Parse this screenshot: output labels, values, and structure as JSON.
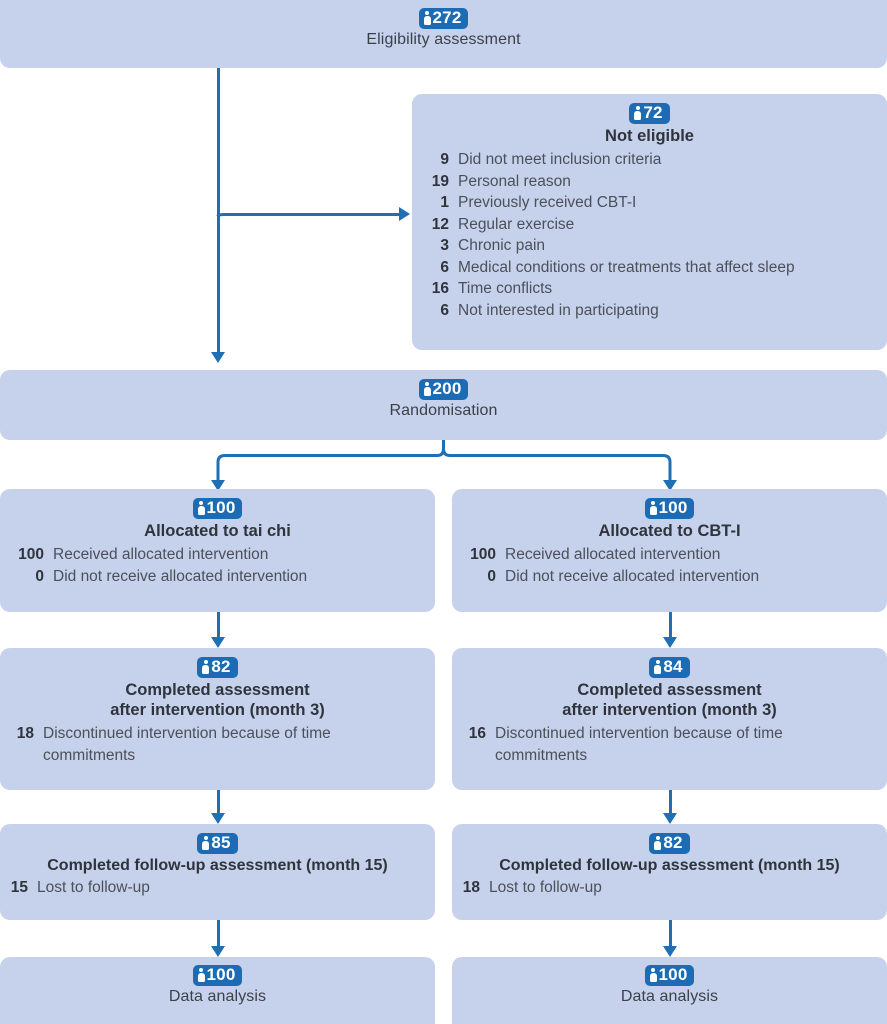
{
  "diagram": {
    "type": "consort-flow-diagram",
    "accent_color": "#1c6cb5",
    "box_fill": "#c6d1ec",
    "connector_color": "#1f6fb5",
    "icon_name": "person-icon"
  },
  "nodes": {
    "eligibility": {
      "count": "272",
      "title": "Eligibility assessment"
    },
    "not_eligible": {
      "count": "72",
      "title": "Not eligible",
      "reasons": [
        {
          "n": "9",
          "label": "Did not meet inclusion criteria"
        },
        {
          "n": "19",
          "label": "Personal reason"
        },
        {
          "n": "1",
          "label": "Previously received CBT-I"
        },
        {
          "n": "12",
          "label": "Regular exercise"
        },
        {
          "n": "3",
          "label": "Chronic pain"
        },
        {
          "n": "6",
          "label": "Medical conditions or treatments that affect sleep"
        },
        {
          "n": "16",
          "label": "Time conflicts"
        },
        {
          "n": "6",
          "label": "Not interested in participating"
        }
      ]
    },
    "randomisation": {
      "count": "200",
      "title": "Randomisation"
    },
    "alloc_left": {
      "count": "100",
      "title": "Allocated to tai chi",
      "rows": [
        {
          "n": "100",
          "label": "Received allocated intervention"
        },
        {
          "n": "0",
          "label": "Did not receive allocated intervention"
        }
      ]
    },
    "alloc_right": {
      "count": "100",
      "title": "Allocated to CBT-I",
      "rows": [
        {
          "n": "100",
          "label": "Received allocated intervention"
        },
        {
          "n": "0",
          "label": "Did not receive allocated intervention"
        }
      ]
    },
    "assess_left": {
      "count": "82",
      "title_line1": "Completed assessment",
      "title_line2": "after intervention (month 3)",
      "rows": [
        {
          "n": "18",
          "label": "Discontinued intervention because of time commitments"
        }
      ]
    },
    "assess_right": {
      "count": "84",
      "title_line1": "Completed assessment",
      "title_line2": "after intervention (month 3)",
      "rows": [
        {
          "n": "16",
          "label": "Discontinued intervention because of time commitments"
        }
      ]
    },
    "followup_left": {
      "count": "85",
      "title": "Completed follow-up assessment (month 15)",
      "rows": [
        {
          "n": "15",
          "label": "Lost to follow-up"
        }
      ]
    },
    "followup_right": {
      "count": "82",
      "title": "Completed follow-up assessment (month 15)",
      "rows": [
        {
          "n": "18",
          "label": "Lost to follow-up"
        }
      ]
    },
    "analysis_left": {
      "count": "100",
      "title": "Data analysis"
    },
    "analysis_right": {
      "count": "100",
      "title": "Data analysis"
    }
  }
}
